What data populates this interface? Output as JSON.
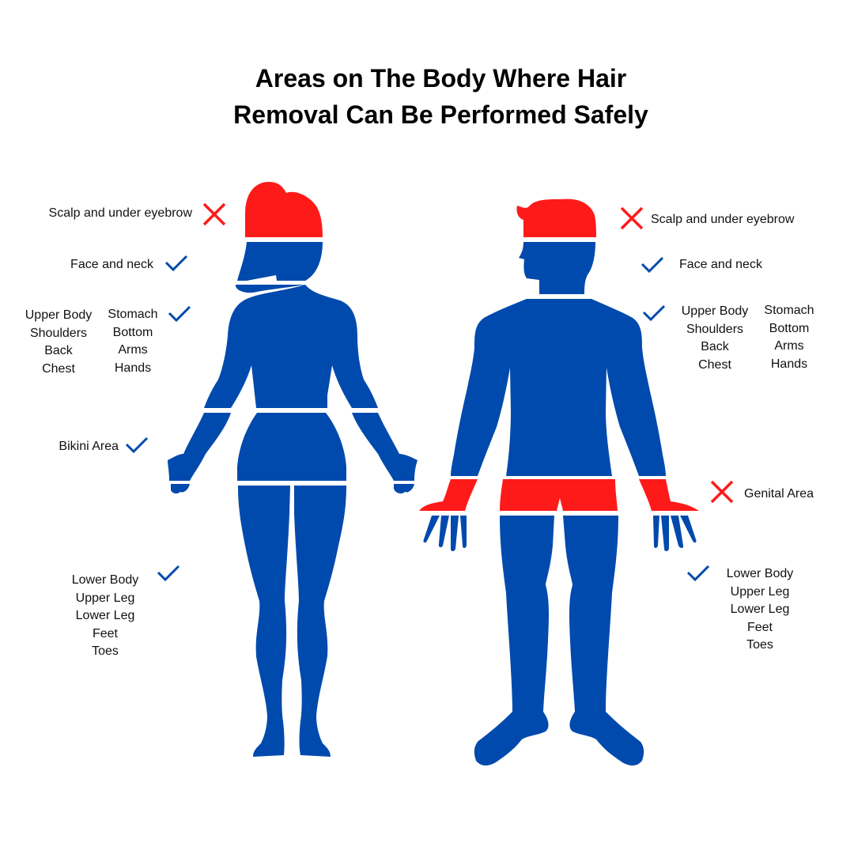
{
  "title": {
    "line1": "Areas on The Body Where Hair",
    "line2": "Removal Can Be Performed Safely"
  },
  "colors": {
    "safe": "#004aad",
    "unsafe": "#ff1a1a",
    "check": "#004aad",
    "cross": "#ff1a1a"
  },
  "female": {
    "labels": [
      {
        "text": "Scalp and under eyebrow",
        "status": "unsafe",
        "icon": "cross-icon"
      },
      {
        "text": "Face and neck",
        "status": "safe",
        "icon": "check-icon"
      },
      {
        "col1": [
          "Upper Body",
          "Shoulders",
          "Back",
          "Chest"
        ],
        "col2": [
          "Stomach",
          "Bottom",
          "Arms",
          "Hands"
        ],
        "status": "safe",
        "icon": "check-icon"
      },
      {
        "text": "Bikini Area",
        "status": "safe",
        "icon": "check-icon"
      },
      {
        "lines": [
          "Lower Body",
          "Upper Leg",
          "Lower Leg",
          "Feet",
          "Toes"
        ],
        "status": "safe",
        "icon": "check-icon"
      }
    ]
  },
  "male": {
    "labels": [
      {
        "text": "Scalp and under eyebrow",
        "status": "unsafe",
        "icon": "cross-icon"
      },
      {
        "text": "Face and neck",
        "status": "safe",
        "icon": "check-icon"
      },
      {
        "col1": [
          "Upper Body",
          "Shoulders",
          "Back",
          "Chest"
        ],
        "col2": [
          "Stomach",
          "Bottom",
          "Arms",
          "Hands"
        ],
        "status": "safe",
        "icon": "check-icon"
      },
      {
        "text": "Genital Area",
        "status": "unsafe",
        "icon": "cross-icon"
      },
      {
        "lines": [
          "Lower Body",
          "Upper Leg",
          "Lower Leg",
          "Feet",
          "Toes"
        ],
        "status": "safe",
        "icon": "check-icon"
      }
    ]
  }
}
